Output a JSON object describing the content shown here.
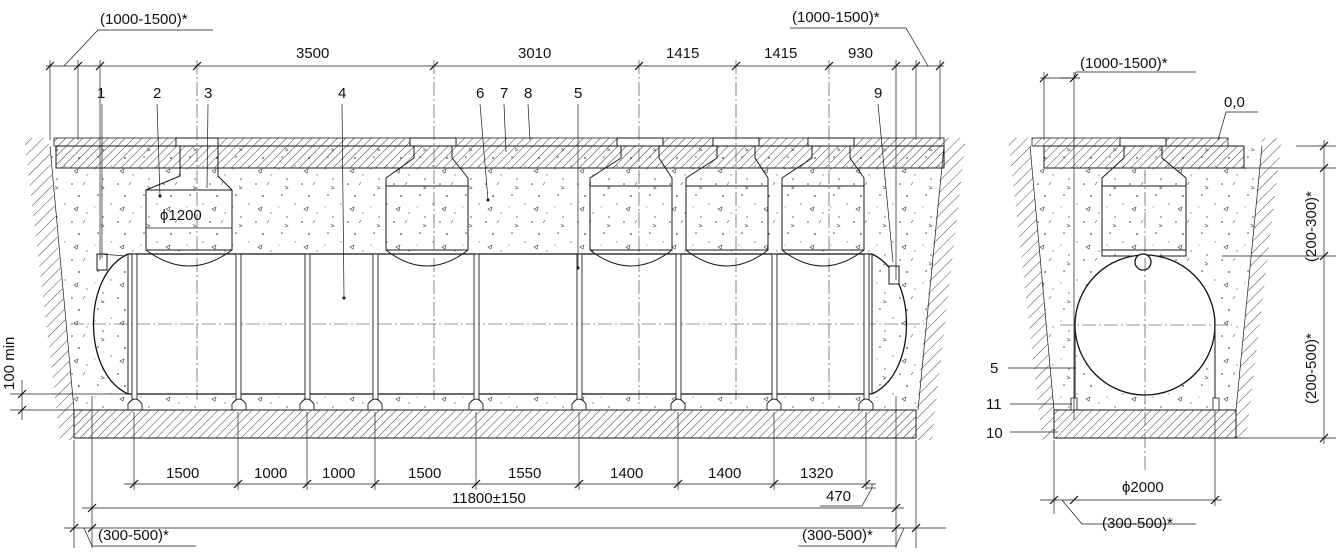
{
  "side_view": {
    "top_dims": [
      "3500",
      "3010",
      "1415",
      "1415",
      "930"
    ],
    "top_left_note": "(1000-1500)*",
    "top_right_note": "(1000-1500)*",
    "callouts": [
      "1",
      "2",
      "3",
      "4",
      "6",
      "7",
      "8",
      "5",
      "9"
    ],
    "diameter_label": "ϕ1200",
    "left_dim": "100 min",
    "bottom_dims": [
      "1500",
      "1000",
      "1000",
      "1500",
      "1550",
      "1400",
      "1400",
      "1320"
    ],
    "total_length": "11800±150",
    "end_dim": "470",
    "bottom_left_note": "(300-500)*",
    "bottom_right_note": "(300-500)*"
  },
  "section_view": {
    "top_note": "(1000-1500)*",
    "level_mark": "0,0",
    "callouts": [
      "5",
      "11",
      "10"
    ],
    "right_dims": [
      "(200-300)*",
      "(200-500)*"
    ],
    "diameter_label": "ϕ2000",
    "bottom_note": "(300-500)*"
  }
}
